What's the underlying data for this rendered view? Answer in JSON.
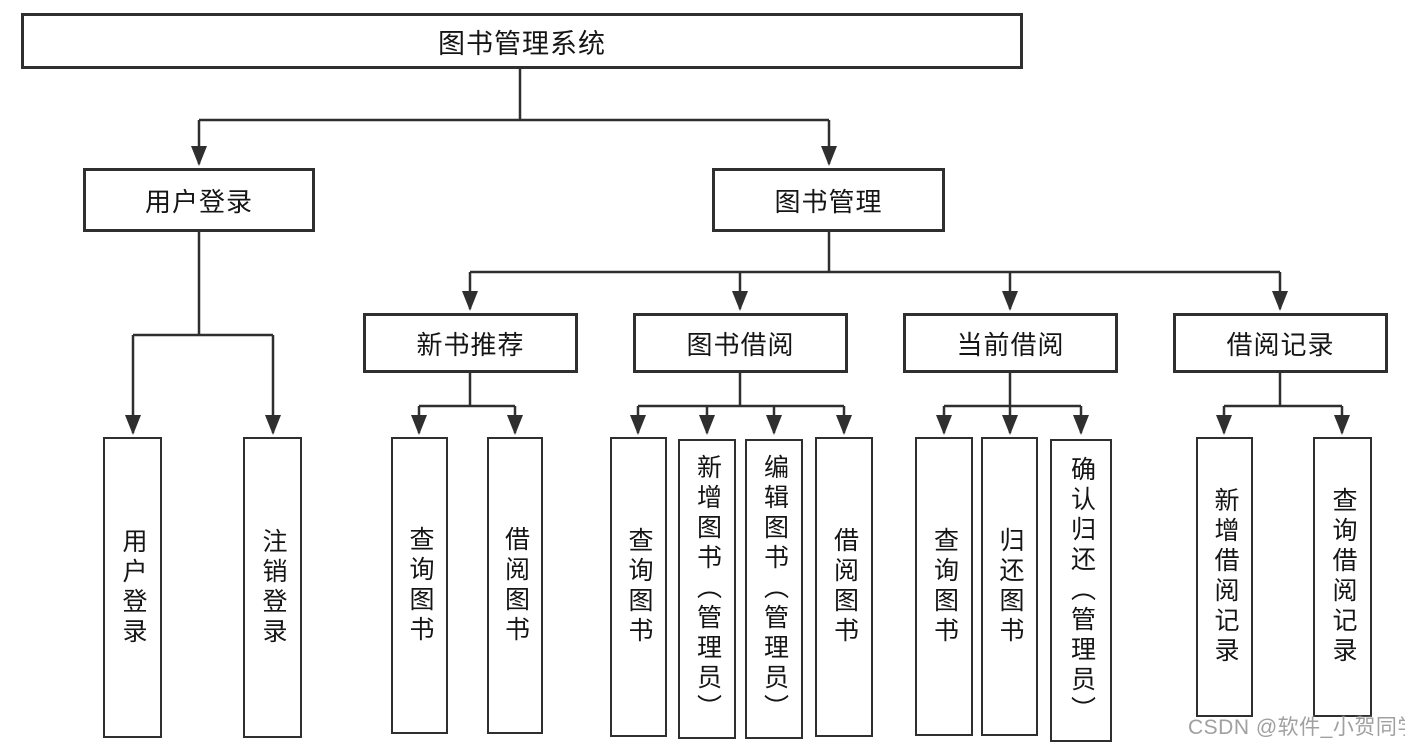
{
  "tree": {
    "root": "图书管理系统",
    "branches": [
      {
        "label": "用户登录",
        "leaves": [
          "用户登录",
          "注销登录"
        ]
      },
      {
        "label": "图书管理",
        "groups": [
          {
            "label": "新书推荐",
            "leaves": [
              "查询图书",
              "借阅图书"
            ]
          },
          {
            "label": "图书借阅",
            "leaves": [
              "查询图书",
              "新增图书（管理员）",
              "编辑图书（管理员）",
              "借阅图书"
            ]
          },
          {
            "label": "当前借阅",
            "leaves": [
              "查询图书",
              "归还图书",
              "确认归还（管理员）"
            ]
          },
          {
            "label": "借阅记录",
            "leaves": [
              "新增借阅记录",
              "查询借阅记录"
            ]
          }
        ]
      }
    ]
  },
  "watermark": "CSDN @软件_小贺同学",
  "colors": {
    "line": "#2f2f2f",
    "text": "#151515",
    "watermark": "#a0a0a0",
    "background": "#ffffff"
  }
}
